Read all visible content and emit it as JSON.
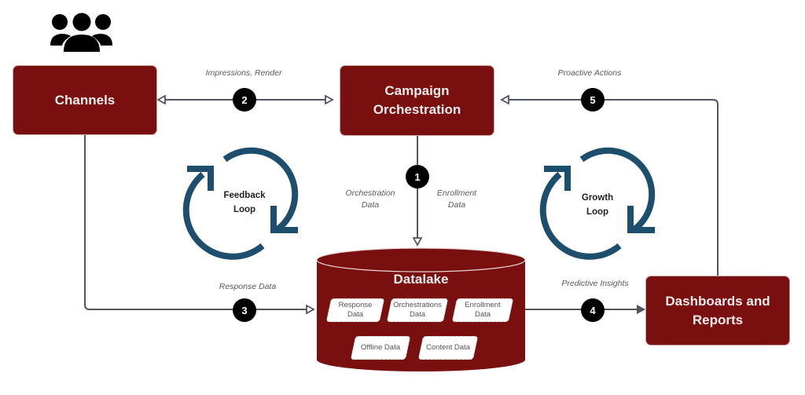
{
  "diagram": {
    "title": "Campaign data flow with feedback and growth loops",
    "icons": {
      "users": "users-group-icon"
    },
    "colors": {
      "node_fill": "#7a0f0f",
      "node_text": "#f1ecec",
      "connector": "#4f5660",
      "badge": "#000000",
      "loop_arrow": "#1d4e6e"
    },
    "nodes": {
      "channels": "Channels",
      "campaign": [
        "Campaign",
        "Orchestration"
      ],
      "dashboards": [
        "Dashboards and",
        "Reports"
      ],
      "datalake": {
        "title": "Datalake",
        "items": [
          [
            "Response",
            "Data"
          ],
          [
            "Orchestrations",
            "Data"
          ],
          [
            "Enrollment",
            "Data"
          ],
          [
            "Offline Data"
          ],
          [
            "Content Data"
          ]
        ]
      }
    },
    "edges": [
      {
        "step": "1",
        "from": "Campaign Orchestration",
        "to": "Datalake",
        "labels": [
          [
            "Orchestration",
            "Data"
          ],
          [
            "Enrollment",
            "Data"
          ]
        ]
      },
      {
        "step": "2",
        "from": "Channels",
        "to": "Campaign Orchestration",
        "bidirectional": true,
        "labels": [
          [
            "Impressions, Render"
          ]
        ]
      },
      {
        "step": "3",
        "from": "Channels",
        "to": "Datalake",
        "labels": [
          [
            "Response Data"
          ]
        ]
      },
      {
        "step": "4",
        "from": "Datalake",
        "to": "Dashboards and Reports",
        "labels": [
          [
            "Predictive Insights"
          ]
        ]
      },
      {
        "step": "5",
        "from": "Dashboards and Reports",
        "to": "Campaign Orchestration",
        "labels": [
          [
            "Proactive Actions"
          ]
        ]
      }
    ],
    "loops": {
      "feedback": [
        "Feedback",
        "Loop"
      ],
      "growth": [
        "Growth",
        "Loop"
      ]
    }
  }
}
